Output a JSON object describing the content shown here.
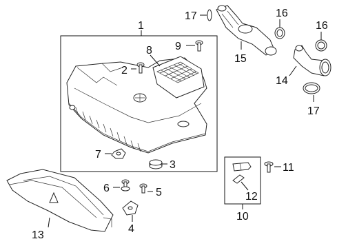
{
  "callouts": {
    "c1": "1",
    "c2": "2",
    "c3": "3",
    "c4": "4",
    "c5": "5",
    "c6": "6",
    "c7": "7",
    "c8": "8",
    "c9": "9",
    "c10": "10",
    "c11": "11",
    "c12": "12",
    "c13": "13",
    "c14": "14",
    "c15": "15",
    "c16a": "16",
    "c16b": "16",
    "c17a": "17",
    "c17b": "17"
  }
}
